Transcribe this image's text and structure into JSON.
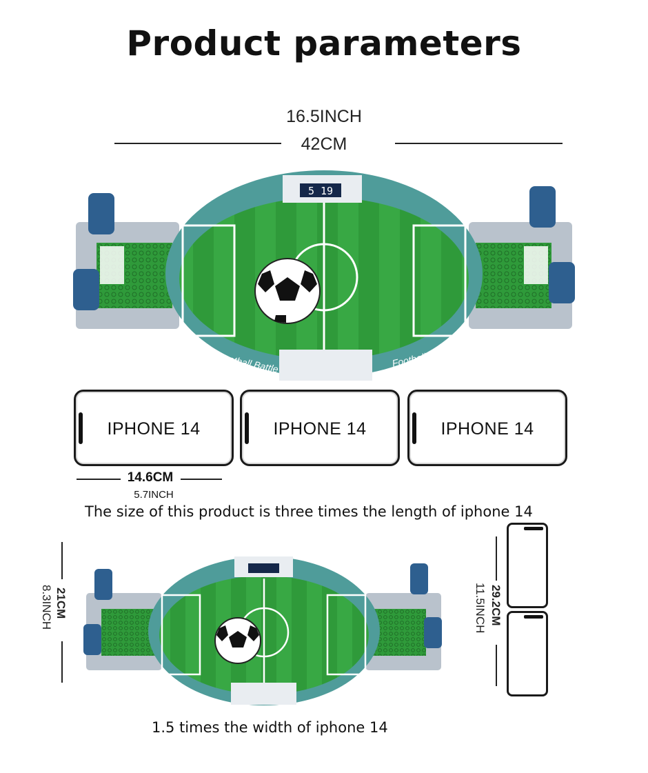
{
  "title": "Product parameters",
  "top_dimension": {
    "inch": "16.5INCH",
    "cm": "42CM"
  },
  "phones": [
    {
      "label": "IPHONE 14"
    },
    {
      "label": "IPHONE 14"
    },
    {
      "label": "IPHONE 14"
    }
  ],
  "phone_dimension": {
    "cm": "14.6CM",
    "inch": "5.7INCH"
  },
  "length_caption": "The size of this product is three times the length of iphone 14",
  "side_dimension": {
    "cm": "21CM",
    "inch": "8.3INCH"
  },
  "phone_width_dimension": {
    "cm": "29.2CM",
    "inch": "11.5INCH"
  },
  "width_caption": "1.5 times the width of iphone 14",
  "scoreboard": {
    "score": "5 19"
  },
  "board_text": "Football Battle",
  "colors": {
    "field_green": "#2f9a3a",
    "rim_teal": "#4f9c9a",
    "goal_blue": "#2e5f8f"
  }
}
